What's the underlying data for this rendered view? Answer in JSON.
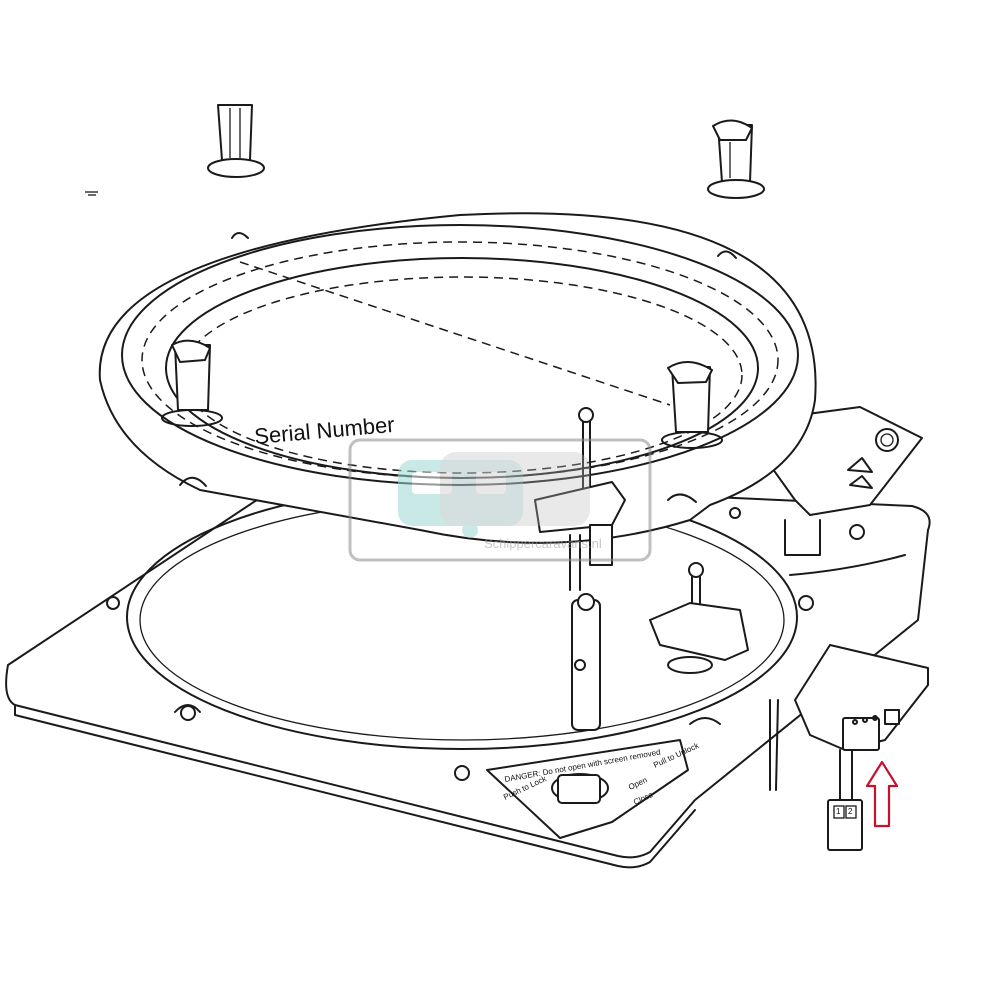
{
  "diagram": {
    "serial_label": "Serial Number",
    "watermark_text": "Schippercaravans.nl",
    "plate_warning": "DANGER: Do not open with screen removed",
    "plate_pull": "Pull to Unlock",
    "plate_open": "Open",
    "plate_close": "Close",
    "plate_push": "Push to Lock",
    "board_pin_1": "1",
    "board_pin_2": "2",
    "highlight_color": "#c8102e",
    "watermark_color": "#9ed8d2"
  }
}
